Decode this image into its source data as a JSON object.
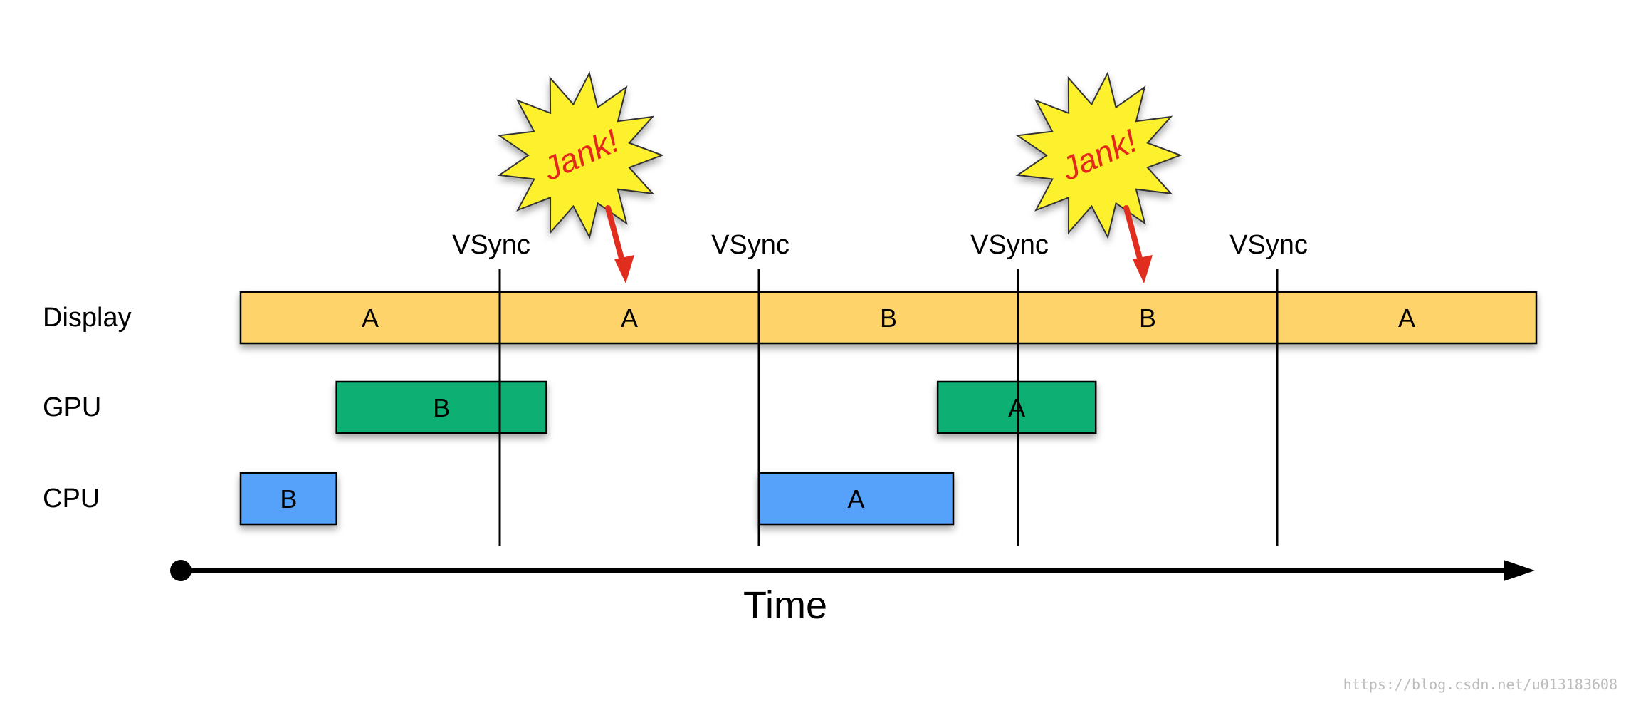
{
  "rows": [
    {
      "id": "display",
      "label": "Display"
    },
    {
      "id": "gpu",
      "label": "GPU"
    },
    {
      "id": "cpu",
      "label": "CPU"
    }
  ],
  "vsync_label": "VSync",
  "vsync_count": 4,
  "frames": {
    "display": [
      "A",
      "A",
      "B",
      "B",
      "A"
    ],
    "gpu": [
      {
        "label": "B",
        "start_frame": 0.37,
        "end_frame": 1.18
      },
      {
        "label": "A",
        "start_frame": 2.69,
        "end_frame": 3.3
      }
    ],
    "cpu": [
      {
        "label": "B",
        "start_frame": 0.0,
        "end_frame": 0.37
      },
      {
        "label": "A",
        "start_frame": 2.0,
        "end_frame": 2.75
      }
    ]
  },
  "jank": [
    {
      "text": "Jank!",
      "display_frame": 1
    },
    {
      "text": "Jank!",
      "display_frame": 3
    }
  ],
  "axis_label": "Time",
  "watermark": "https://blog.csdn.net/u013183608",
  "colors": {
    "display": "#fdd36a",
    "gpu": "#0faf73",
    "cpu": "#57a2fb",
    "jank_star": "#fdf12f",
    "jank_text": "#e5271b",
    "arrow": "#e12d1e"
  }
}
